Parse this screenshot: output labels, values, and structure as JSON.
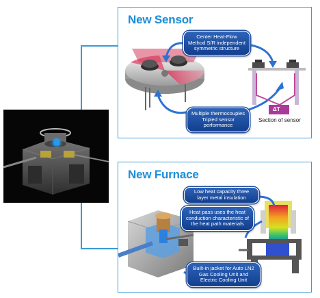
{
  "sensor": {
    "title": "New Sensor",
    "callout_center": "Center Heat-Flow Method S/R independent symmetric structure",
    "callout_thermo": "Multiple thermocouples Tripled sensor performance",
    "delta_t": "ΔT",
    "section_caption": "Section of sensor"
  },
  "furnace": {
    "title": "New Furnace",
    "callout_capacity": "Low heat capacity three layer metal insulation",
    "callout_heatpass": "Heat pass uses the heat conduction characteristic of the heat path materials",
    "callout_jacket": "Built-in jacket for Auto LN2 Gas Cooling Unit and Electric Cooling Unit"
  },
  "colors": {
    "accent": "#1f8fd8",
    "frame": "#3a9ad6",
    "callout": "#1a4a9c"
  }
}
